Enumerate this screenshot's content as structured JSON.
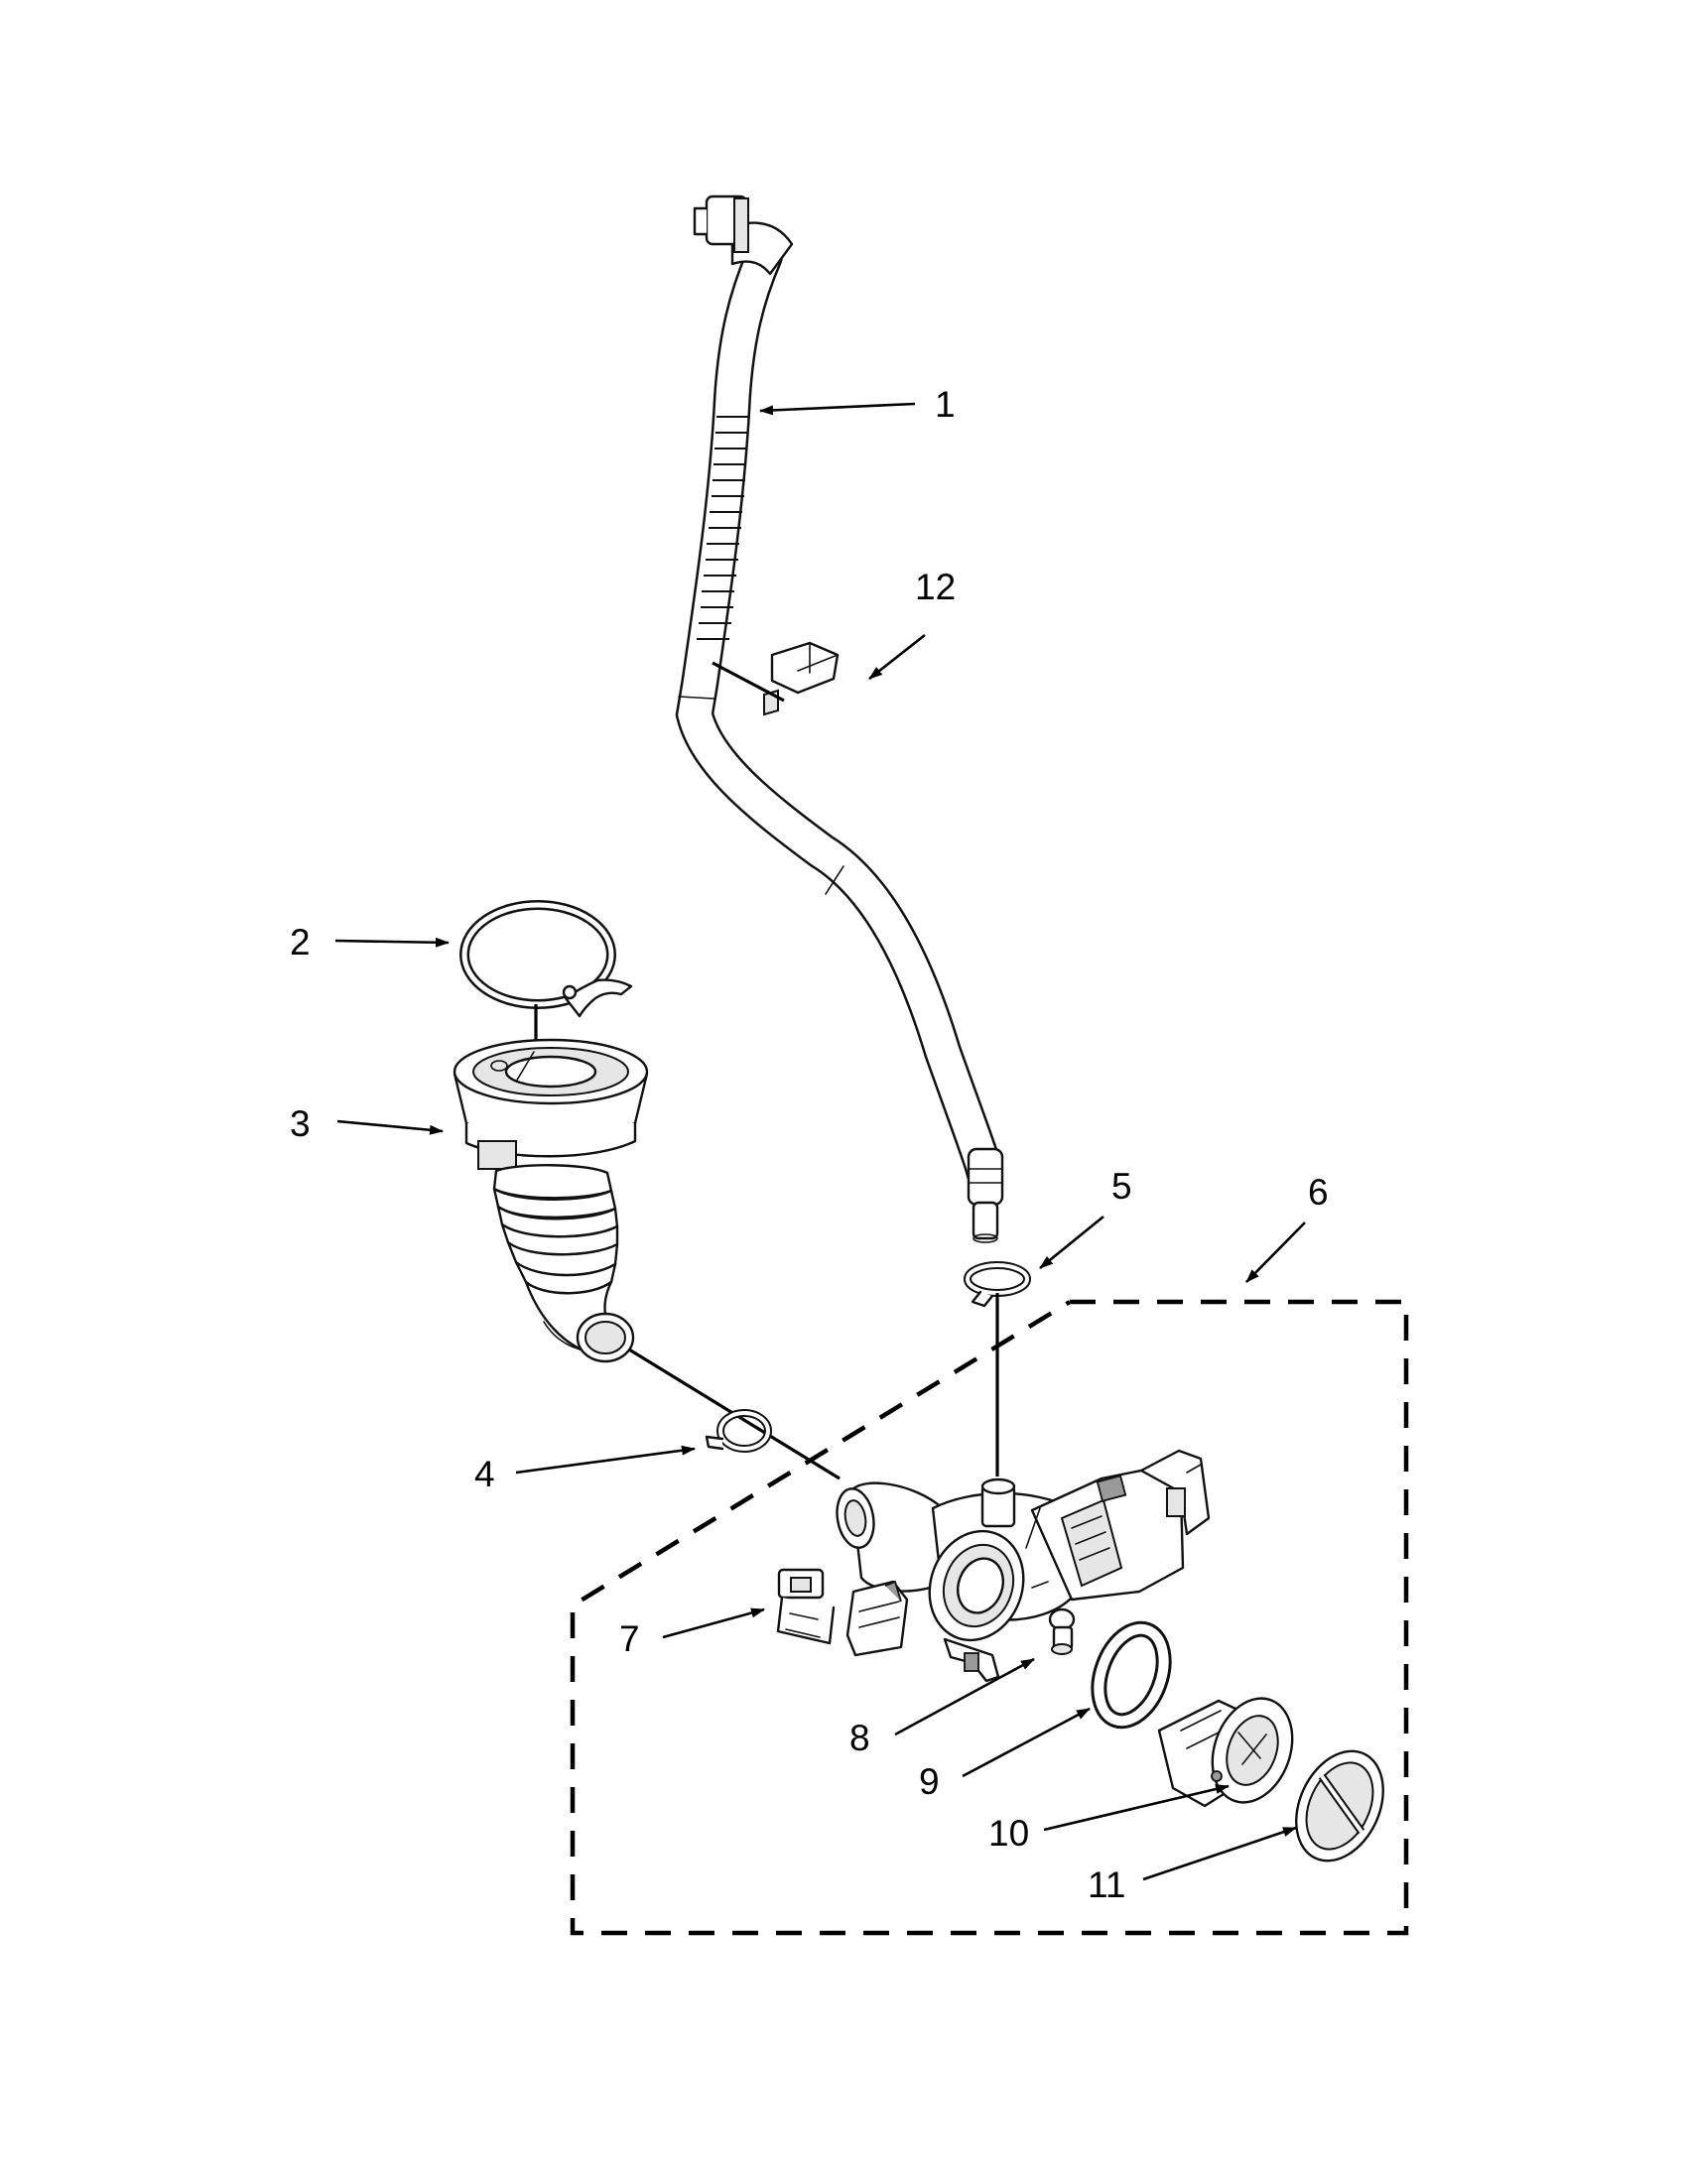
{
  "diagram": {
    "callouts": [
      {
        "id": "part-1",
        "label": "1"
      },
      {
        "id": "part-2",
        "label": "2"
      },
      {
        "id": "part-3",
        "label": "3"
      },
      {
        "id": "part-4",
        "label": "4"
      },
      {
        "id": "part-5",
        "label": "5"
      },
      {
        "id": "part-6",
        "label": "6"
      },
      {
        "id": "part-7",
        "label": "7"
      },
      {
        "id": "part-8",
        "label": "8"
      },
      {
        "id": "part-9",
        "label": "9"
      },
      {
        "id": "part-10",
        "label": "10"
      },
      {
        "id": "part-11",
        "label": "11"
      },
      {
        "id": "part-12",
        "label": "12"
      }
    ],
    "colors": {
      "line": "#111111",
      "fill": "#ffffff",
      "shade": "#e6e6e6",
      "dark": "#9a9a9a"
    }
  }
}
